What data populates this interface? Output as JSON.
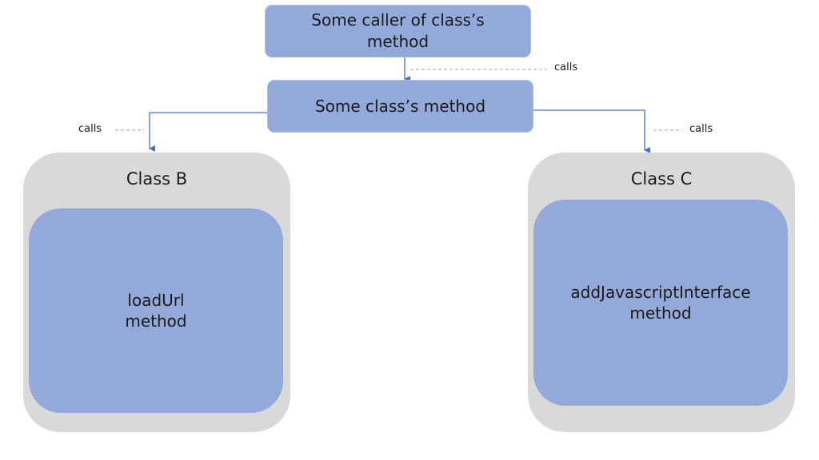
{
  "caller_box": {
    "line1": "Some caller of class’s",
    "line2": "method"
  },
  "method_box": {
    "label": "Some class’s method"
  },
  "class_b": {
    "title": "Class B",
    "method_line1": "loadUrl",
    "method_line2": "method"
  },
  "class_c": {
    "title": "Class C",
    "method_line1": "addJavascriptInterface",
    "method_line2": "method"
  },
  "call_labels": {
    "top": "calls",
    "left": "calls",
    "right": "calls"
  },
  "colors": {
    "box_fill": "#93a9d9",
    "container_fill": "#d9d9d9",
    "arrow": "#4472c4",
    "dashed": "#a6a6a6"
  }
}
